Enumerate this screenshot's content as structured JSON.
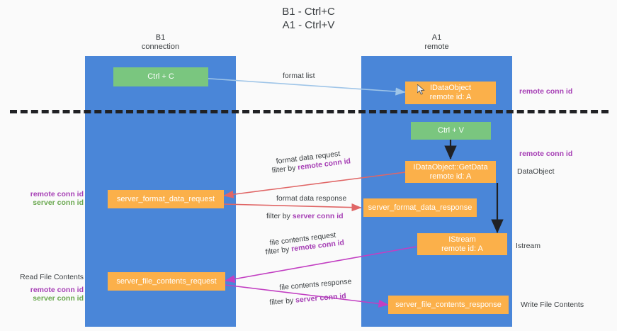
{
  "diagram": {
    "title": "B1 - Ctrl+C\nA1 - Ctrl+V",
    "type": "sequence-swimlane",
    "colors": {
      "lane": "#4a86d8",
      "node_green": "#7ac67f",
      "node_orange": "#fbb04a",
      "remote_conn_id": "#a63fb5",
      "server_conn_id": "#6aa84f",
      "arrow_format_list": "#9fc5e8",
      "arrow_format_data": "#e06666",
      "arrow_file_contents": "#c23fc2",
      "arrow_internal": "#202124",
      "background": "#fafafa",
      "separator": "#202124"
    }
  },
  "lanes": [
    {
      "id": "b1",
      "title": "B1\nconnection"
    },
    {
      "id": "a1",
      "title": "A1\nremote"
    }
  ],
  "nodes": {
    "ctrl_c": {
      "label": "Ctrl + C",
      "color": "green"
    },
    "idataobject": {
      "label": "IDataObject\nremote id: A",
      "color": "orange"
    },
    "ctrl_v": {
      "label": "Ctrl + V",
      "color": "green"
    },
    "getdata": {
      "label": "IDataObject::GetData\nremote id: A",
      "color": "orange"
    },
    "fmt_request": {
      "label": "server_format_data_request",
      "color": "orange"
    },
    "fmt_response": {
      "label": "server_format_data_response",
      "color": "orange"
    },
    "istream": {
      "label": "IStream\nremote id: A",
      "color": "orange"
    },
    "file_request": {
      "label": "server_file_contents_request",
      "color": "orange"
    },
    "file_response": {
      "label": "server_file_contents_response",
      "color": "orange"
    }
  },
  "edge_labels": {
    "format_list": "format list",
    "format_data_request": "format data request",
    "format_data_request_filter_prefix": "filter by ",
    "format_data_request_filter_key": "remote conn id",
    "format_data_response": "format data response",
    "format_data_response_filter_prefix": "filter by ",
    "format_data_response_filter_key": "server conn id",
    "file_contents_request": "file contents request",
    "file_contents_request_filter_prefix": "filter by ",
    "file_contents_request_filter_key": "remote conn id",
    "file_contents_response": "file contents response",
    "file_contents_response_filter_prefix": "filter by ",
    "file_contents_response_filter_key": "server conn id"
  },
  "annotations": {
    "right_top_remote": "remote conn id",
    "right_mid_remote": "remote conn id",
    "right_dataobject": "DataObject",
    "right_istream": "Istream",
    "right_write_file": "Write File Contents",
    "left_read_file": "Read File Contents",
    "left_remote_1": "remote conn id",
    "left_server_1": "server conn id",
    "left_remote_2": "remote conn id",
    "left_server_2": "server conn id"
  }
}
